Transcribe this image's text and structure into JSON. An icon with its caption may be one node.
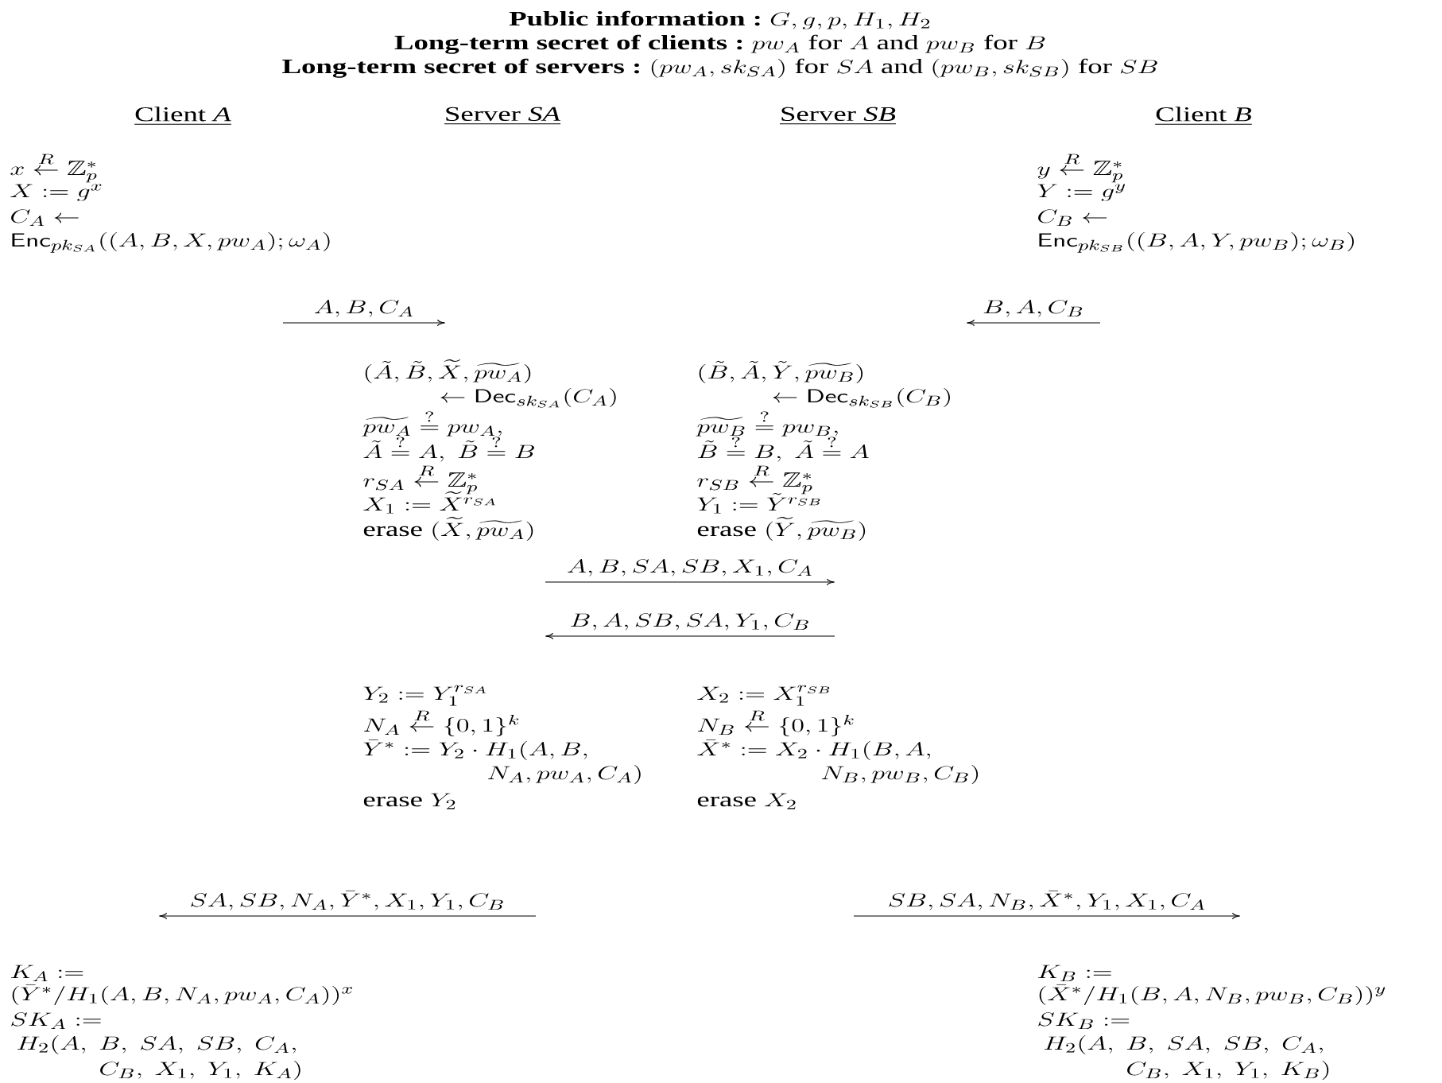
{
  "diagram": {
    "nodes": [
      {
        "text": [
          "Client *A*"
        ]
      },
      {
        "text": [
          "Server *SA*"
        ]
      },
      {
        "text": [
          "Server *SB*"
        ]
      },
      {
        "text": [
          "Client *B*"
        ]
      }
    ],
    "labels": [
      "\\textbf{Public information :}\\ G, g, p, H_1, H_2",
      "\\textbf{Long-term secret of clients :}\\ pw_A \\text{ for } A \\text{ and } pw_B \\text{ for } B",
      "\\textbf{Long-term secret of servers :}\\ (pw_A, sk_{SA}) \\text{ for } SA \\text{ and } (pw_B, sk_{SB}) \\text{ for } SB",
      "x \\overset{R}{\\leftarrow} \\mathbb{Z}_p^*",
      "X := g^x",
      "C_A \\leftarrow",
      "\\mathsf{Enc}_{pk_{SA}}((A, B, X, pw_A); \\omega_A)",
      "y \\overset{R}{\\leftarrow} \\mathbb{Z}_p^*",
      "Y := g^y",
      "C_B \\leftarrow",
      "\\mathsf{Enc}_{pk_{SB}}((B, A, Y, pw_B); \\omega_B)",
      "A, B, C_A",
      "B, A, C_B",
      "(\\tilde{A}, \\tilde{B}, \\widetilde{X}, \\widetilde{pw_A})",
      "\\leftarrow \\mathsf{Dec}_{sk_{SA}}(C_A)",
      "\\widetilde{pw_A} \\overset{?}{=} pw_A,",
      "\\tilde{A} \\overset{?}{=} A,\\ \\tilde{B} \\overset{?}{=} B",
      "r_{SA} \\overset{R}{\\leftarrow} \\mathbb{Z}_p^*",
      "X_1 := \\widetilde{X}^{r_{SA}}",
      "\\text{erase } (\\widetilde{X}, \\widetilde{pw_A})",
      "(\\tilde{B}, \\tilde{A}, \\tilde{Y}, \\widetilde{pw_B})",
      "\\leftarrow \\mathsf{Dec}_{sk_{SB}}(C_B)",
      "\\widetilde{pw_B} \\overset{?}{=} pw_B,",
      "\\tilde{B} \\overset{?}{=} B,\\ \\tilde{A} \\overset{?}{=} A",
      "r_{SB} \\overset{R}{\\leftarrow} \\mathbb{Z}_p^*",
      "Y_1 := \\tilde{Y}^{r_{SB}}",
      "\\text{erase } (\\widetilde{Y}, \\widetilde{pw_B})",
      "A, B, SA, SB, X_1, C_A",
      "B, A, SB, SA, Y_1, C_B",
      "Y_2 := Y_1^{r_{SA}}",
      "N_A \\overset{R}{\\leftarrow} \\{0,1\\}^k",
      "\\bar{Y}^* := Y_2 \\cdot H_1(A, B,",
      "N_A, pw_A, C_A)",
      "\\text{erase } Y_2",
      "X_2 := X_1^{r_{SB}}",
      "N_B \\overset{R}{\\leftarrow} \\{0,1\\}^k",
      "\\bar{X}^* := X_2 \\cdot H_1(B, A,",
      "N_B, pw_B, C_B)",
      "\\text{erase } X_2",
      "SA, SB, N_A, \\bar{Y}^*, X_1, Y_1, C_B",
      "SB, SA, N_B, \\bar{X}^*, Y_1, X_1, C_A",
      "K_A :=",
      "(\\bar{Y}^*/H_1(A, B, N_A, pw_A, C_A))^x",
      "SK_A :=",
      "H_2(A,\\ B,\\ SA,\\ SB,\\ C_A,",
      "C_B,\\ X_1,\\ Y_1,\\ K_A)",
      "K_B :=",
      "(\\bar{X}^*/H_1(B, A, N_B, pw_B, C_B))^y",
      "SK_B :=",
      "H_2(A,\\ B,\\ SA,\\ SB,\\ C_A,",
      "C_B,\\ X_1,\\ Y_1,\\ K_B)"
    ]
  }
}
